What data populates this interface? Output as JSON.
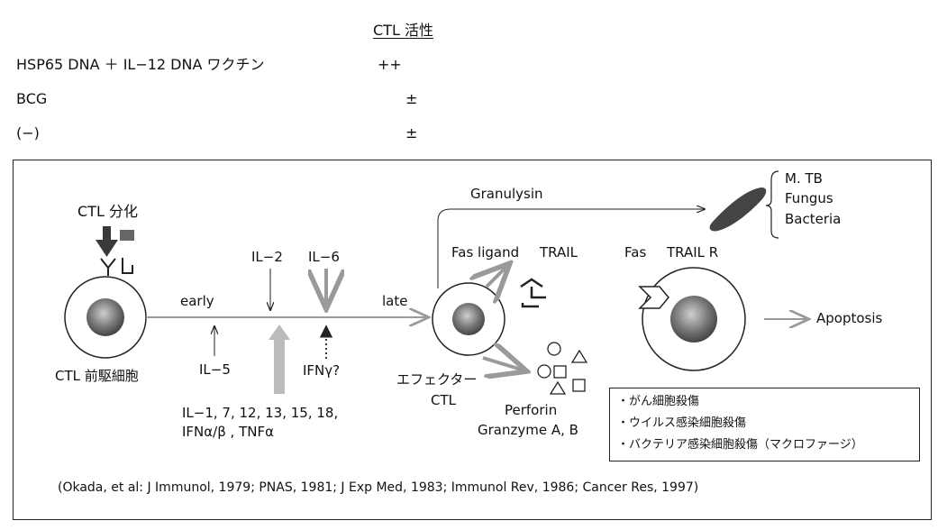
{
  "table": {
    "header": "CTL 活性",
    "rows": [
      {
        "label": "HSP65 DNA ＋ IL−12 DNA ワクチン",
        "value": "++"
      },
      {
        "label": "BCG",
        "value": "±"
      },
      {
        "label": "(−)",
        "value": "±"
      }
    ]
  },
  "diagram": {
    "ctl_differentiation": "CTL 分化",
    "precursor_label": "CTL 前駆細胞",
    "early": "early",
    "late": "late",
    "il2": "IL−2",
    "il6": "IL−6",
    "il5": "IL−5",
    "ifng": "IFNγ?",
    "cytokines_line1": "IL−1, 7, 12, 13, 15, 18,",
    "cytokines_line2": "IFNα/β , TNFα",
    "effector_line1": "エフェクター",
    "effector_line2": "CTL",
    "granulysin": "Granulysin",
    "fas_ligand": "Fas ligand",
    "trail": "TRAIL",
    "fas": "Fas",
    "trail_r": "TRAIL R",
    "pathogens": [
      "M. TB",
      "Fungus",
      "Bacteria"
    ],
    "apoptosis": "Apoptosis",
    "perforin": "Perforin",
    "granzyme": "Granzyme A, B",
    "functions": [
      "・がん細胞殺傷",
      "・ウイルス感染細胞殺傷",
      "・バクテリア感染細胞殺傷（マクロファージ）"
    ]
  },
  "citation": "(Okada, et al: J Immunol, 1979; PNAS, 1981; J Exp Med, 1983; Immunol Rev, 1986; Cancer Res, 1997)",
  "colors": {
    "line": "#222222",
    "arrow_gray": "#9a9a9a",
    "dark": "#3a3a3a"
  }
}
